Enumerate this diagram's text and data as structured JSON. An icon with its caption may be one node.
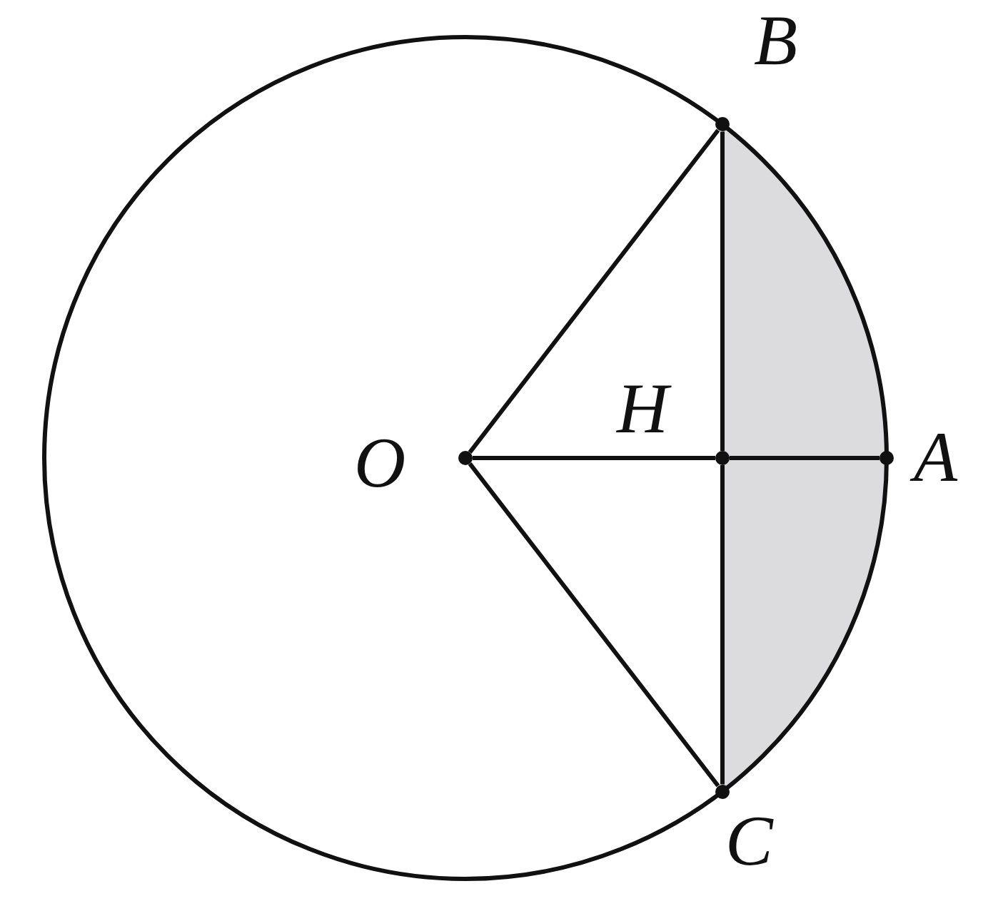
{
  "diagram": {
    "nodes": [
      {
        "text": [
          "B"
        ]
      },
      {
        "text": [
          "H"
        ]
      },
      {
        "text": [
          "O"
        ]
      },
      {
        "text": [
          "A"
        ]
      },
      {
        "text": [
          "C"
        ]
      }
    ],
    "edges": [
      {
        "from": 2,
        "to": 0,
        "arrow": "none"
      },
      {
        "from": 2,
        "to": 1,
        "arrow": "none"
      },
      {
        "from": 1,
        "to": 3,
        "arrow": "none"
      },
      {
        "from": 2,
        "to": 4,
        "arrow": "none"
      },
      {
        "from": 0,
        "to": 1,
        "arrow": "none"
      },
      {
        "from": 1,
        "to": 4,
        "arrow": "none"
      }
    ]
  }
}
